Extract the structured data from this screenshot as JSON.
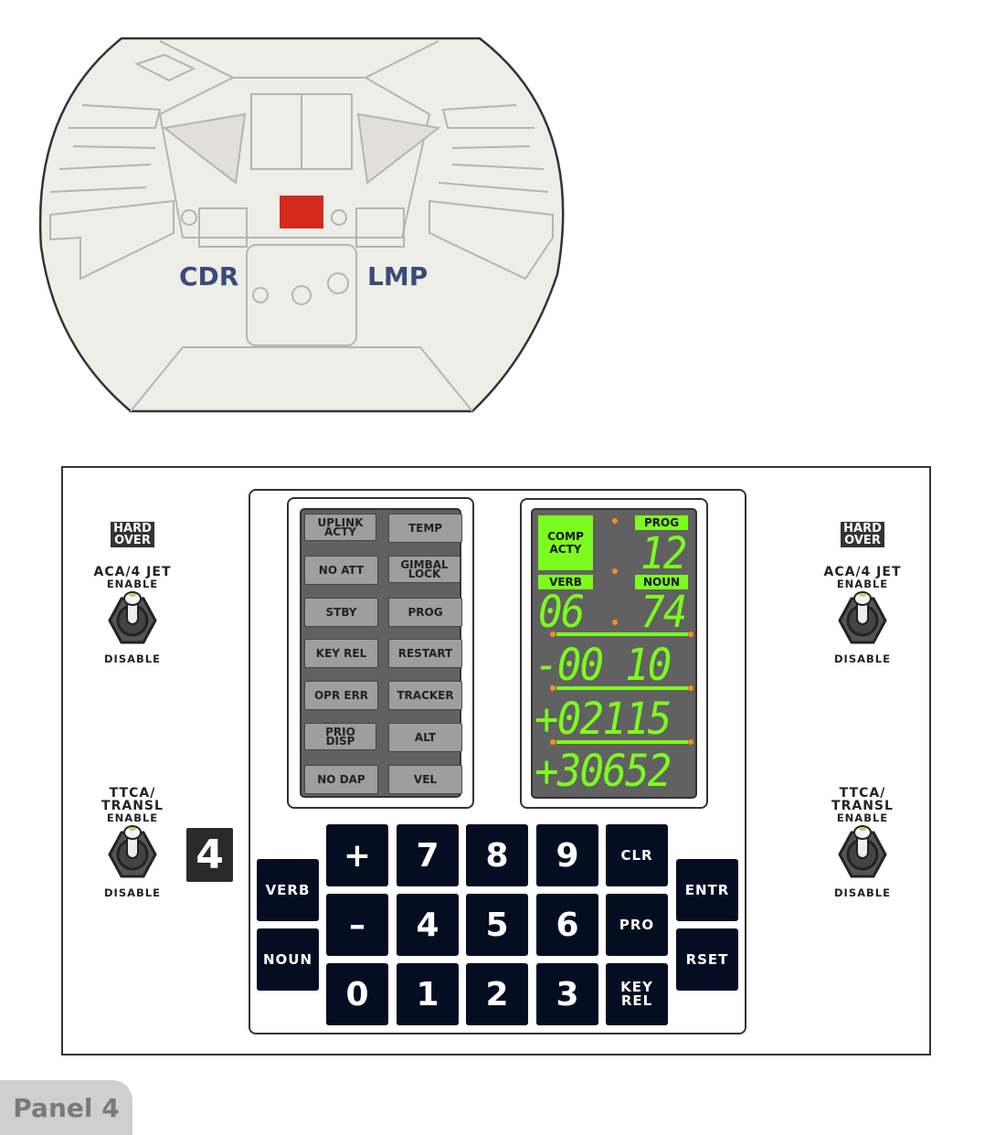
{
  "cockpit": {
    "cdr_label": "CDR",
    "lmp_label": "LMP",
    "highlight_color": "#d42a1e",
    "label_color": "#3a4a7a"
  },
  "caution_lights": {
    "left": [
      "UPLINK ACTY",
      "NO ATT",
      "STBY",
      "KEY REL",
      "OPR ERR",
      "PRIO DISP",
      "NO DAP"
    ],
    "right": [
      "TEMP",
      "GIMBAL LOCK",
      "PROG",
      "RESTART",
      "TRACKER",
      "ALT",
      "VEL"
    ]
  },
  "dsky": {
    "comp_acty": "COMP ACTY",
    "prog_label": "PROG",
    "verb_label": "VERB",
    "noun_label": "NOUN",
    "prog": "12",
    "verb": "06",
    "noun": "74",
    "r1": "-00 10",
    "r2": "+02115",
    "r3": "+30652",
    "lit_color": "#7cfc1e"
  },
  "keys": {
    "verb": "VERB",
    "noun": "NOUN",
    "plus": "+",
    "minus": "–",
    "zero": "0",
    "seven": "7",
    "eight": "8",
    "nine": "9",
    "four": "4",
    "five": "5",
    "six": "6",
    "one": "1",
    "two": "2",
    "three": "3",
    "clr": "CLR",
    "pro": "PRO",
    "key_rel": "KEY REL",
    "entr": "ENTR",
    "rset": "RSET"
  },
  "switches": {
    "hard_over": "HARD OVER",
    "aca_title": "ACA/4 JET",
    "ttca_title": "TTCA/ TRANSL",
    "enable": "ENABLE",
    "disable": "DISABLE"
  },
  "panel_number": "4",
  "panel_label": "Panel 4"
}
